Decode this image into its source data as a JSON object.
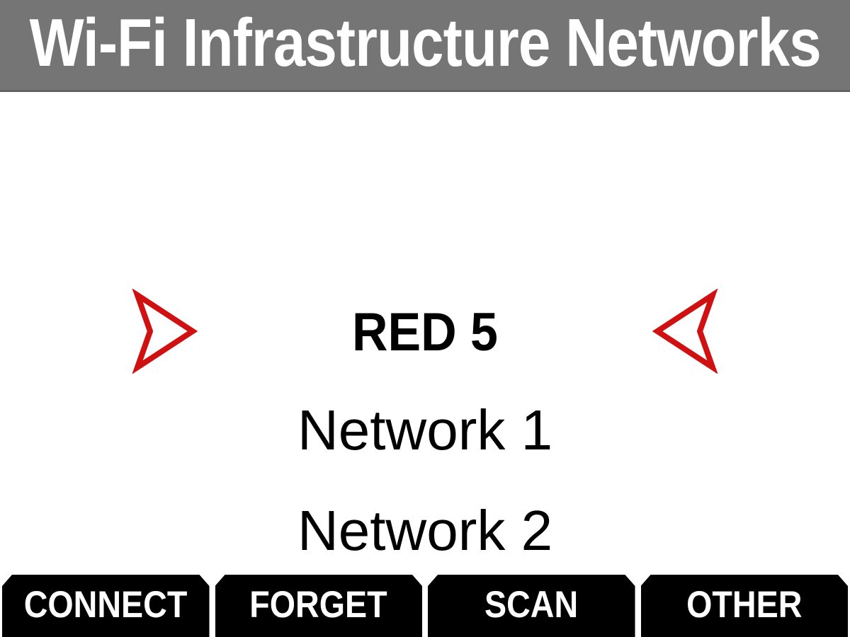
{
  "header": {
    "title": "Wi-Fi Infrastructure Networks"
  },
  "network_list": {
    "items": [
      {
        "name": "RED 5",
        "selected": true
      },
      {
        "name": "Network 1",
        "selected": false
      },
      {
        "name": "Network 2",
        "selected": false
      }
    ],
    "selection_indicator": {
      "left_icon": "arrow-right",
      "right_icon": "arrow-left"
    }
  },
  "action_bar": {
    "buttons": [
      {
        "label": "CONNECT"
      },
      {
        "label": "FORGET"
      },
      {
        "label": "SCAN"
      },
      {
        "label": "OTHER"
      }
    ]
  },
  "colors": {
    "header_bg": "#757575",
    "header_text": "#ffffff",
    "accent_red": "#d01111",
    "button_bg": "#000000",
    "button_text": "#ffffff",
    "body_bg": "#ffffff",
    "list_text": "#000000"
  }
}
